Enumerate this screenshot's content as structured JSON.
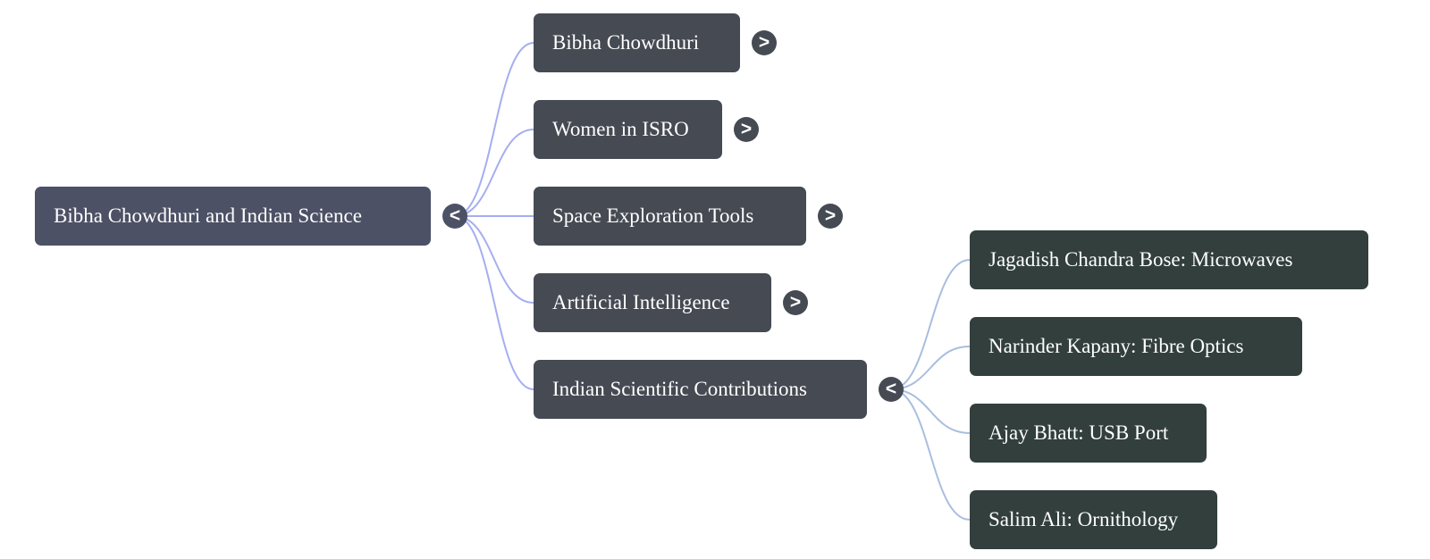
{
  "mindmap": {
    "root": {
      "label": "Bibha Chowdhuri and Indian Science",
      "toggle": "<"
    },
    "branches": [
      {
        "label": "Bibha Chowdhuri",
        "toggle": ">"
      },
      {
        "label": "Women in ISRO",
        "toggle": ">"
      },
      {
        "label": "Space Exploration Tools",
        "toggle": ">"
      },
      {
        "label": "Artificial Intelligence",
        "toggle": ">"
      },
      {
        "label": "Indian Scientific Contributions",
        "toggle": "<",
        "children": [
          {
            "label": "Jagadish Chandra Bose: Microwaves"
          },
          {
            "label": "Narinder Kapany: Fibre Optics"
          },
          {
            "label": "Ajay Bhatt: USB Port"
          },
          {
            "label": "Salim Ali: Ornithology"
          }
        ]
      }
    ],
    "colors": {
      "root_node": "#4d5166",
      "branch_node": "#454a53",
      "leaf_node": "#323f3d",
      "root_links": "#a5aef0",
      "branch_links": "#a9bedf",
      "text": "#ffffff"
    }
  }
}
